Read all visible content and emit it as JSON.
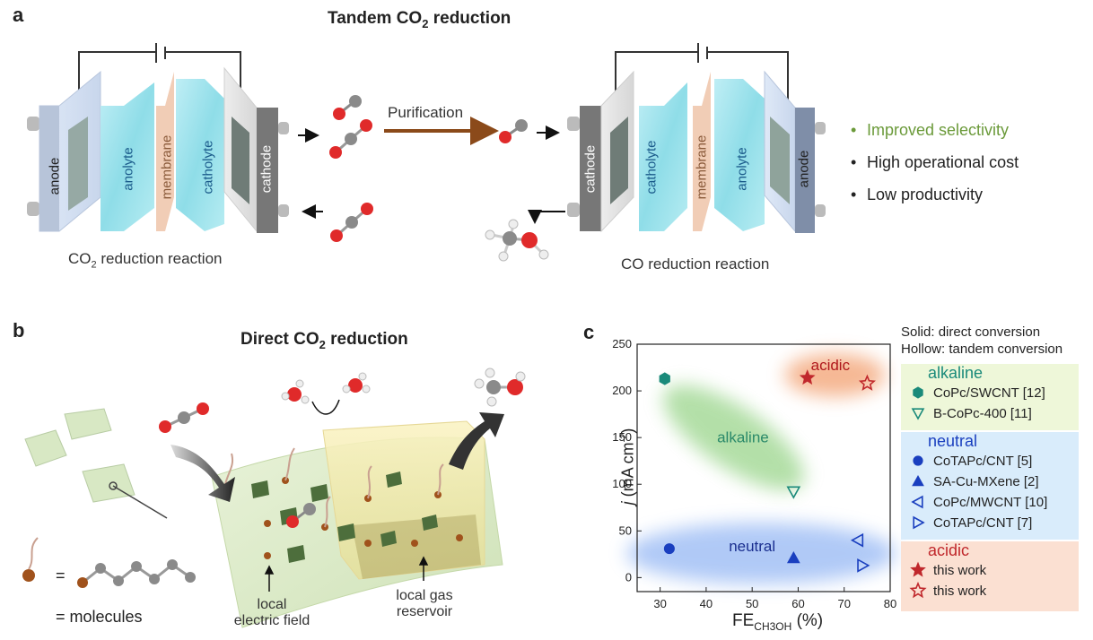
{
  "panel_a": {
    "label": "a",
    "title": "Tandem CO",
    "title_sub": "2",
    "title_tail": " reduction",
    "cell1": {
      "anode": "anode",
      "anolyte": "anolyte",
      "membrane": "membrane",
      "catholyte": "catholyte",
      "cathode": "cathode"
    },
    "cell2": {
      "cathode": "cathode",
      "catholyte": "catholyte",
      "membrane": "membrane",
      "anolyte": "anolyte",
      "anode": "anode"
    },
    "arrow_label": "Purification",
    "caption_left_pre": "CO",
    "caption_left_sub": "2",
    "caption_left_post": " reduction reaction",
    "caption_right": "CO reduction reaction",
    "bullets": [
      "Improved selectivity",
      "High operational cost",
      "Low productivity"
    ]
  },
  "panel_b": {
    "label": "b",
    "title": "Direct CO",
    "title_sub": "2",
    "title_tail": " reduction",
    "equals": "=",
    "molecules": "= molecules",
    "label_field_1": "local",
    "label_field_2": "electric field",
    "label_gas_1": "local gas",
    "label_gas_2": "reservoir"
  },
  "panel_c": {
    "label": "c",
    "legend_head_1": "Solid: direct conversion",
    "legend_head_2": "Hollow: tandem conversion",
    "ylabel_main": "j",
    "ylabel_tail": " (mA cm",
    "ylabel_sup": "-2",
    "ylabel_close": ")",
    "xlabel_main": "FE",
    "xlabel_sub": "CH3OH",
    "xlabel_tail": " (%)",
    "region_alkaline": "alkaline",
    "region_neutral": "neutral",
    "region_acidic": "acidic",
    "colors": {
      "alkaline": "#1a8a7a",
      "neutral": "#1a3fbf",
      "acidic": "#c0282c"
    }
  },
  "chart_data": {
    "type": "scatter",
    "xlabel": "FE CH3OH (%)",
    "ylabel": "j (mA cm-2)",
    "xlim": [
      25,
      80
    ],
    "ylim": [
      -15,
      250
    ],
    "xticks": [
      30,
      40,
      50,
      60,
      70,
      80
    ],
    "yticks": [
      0,
      50,
      100,
      150,
      200,
      250
    ],
    "groups": [
      {
        "name": "alkaline",
        "color": "#1a8a7a",
        "series": [
          {
            "name": "CoPc/SWCNT [12]",
            "marker": "hexagon",
            "filled": true,
            "x": 31,
            "y": 213
          },
          {
            "name": "B-CoPc-400 [11]",
            "marker": "triangle-down",
            "filled": false,
            "x": 59,
            "y": 92
          }
        ]
      },
      {
        "name": "neutral",
        "color": "#1a3fbf",
        "series": [
          {
            "name": "CoTAPc/CNT [5]",
            "marker": "circle",
            "filled": true,
            "x": 32,
            "y": 31
          },
          {
            "name": "SA-Cu-MXene [2]",
            "marker": "triangle-up",
            "filled": true,
            "x": 59,
            "y": 21
          },
          {
            "name": "CoPc/MWCNT [10]",
            "marker": "triangle-left",
            "filled": false,
            "x": 73,
            "y": 40
          },
          {
            "name": "CoTAPc/CNT [7]",
            "marker": "triangle-right",
            "filled": false,
            "x": 74,
            "y": 13
          }
        ]
      },
      {
        "name": "acidic",
        "color": "#c0282c",
        "series": [
          {
            "name": "this work",
            "marker": "star",
            "filled": true,
            "x": 62,
            "y": 214
          },
          {
            "name": "this work",
            "marker": "star",
            "filled": false,
            "x": 75,
            "y": 208
          }
        ]
      }
    ]
  }
}
